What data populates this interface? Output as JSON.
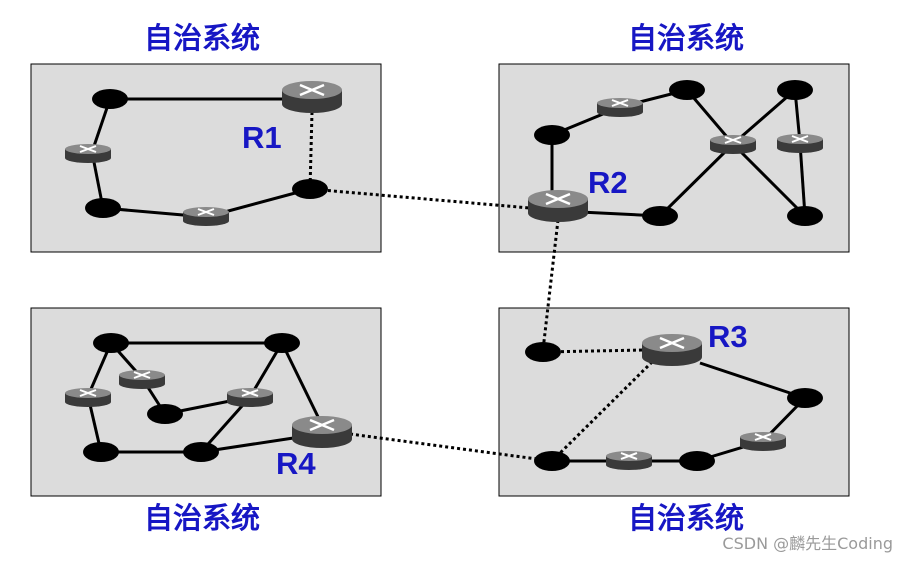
{
  "as_label": "自治系统",
  "routers": {
    "r1": "R1",
    "r2": "R2",
    "r3": "R3",
    "r4": "R4"
  },
  "watermark": "CSDN @麟先生Coding",
  "colors": {
    "label_blue": "#1717c4",
    "box_fill": "#dcdcdc",
    "router_body": "#3f3f3f",
    "router_top": "#8a8a8a",
    "watermark": "#9a9a9a"
  }
}
